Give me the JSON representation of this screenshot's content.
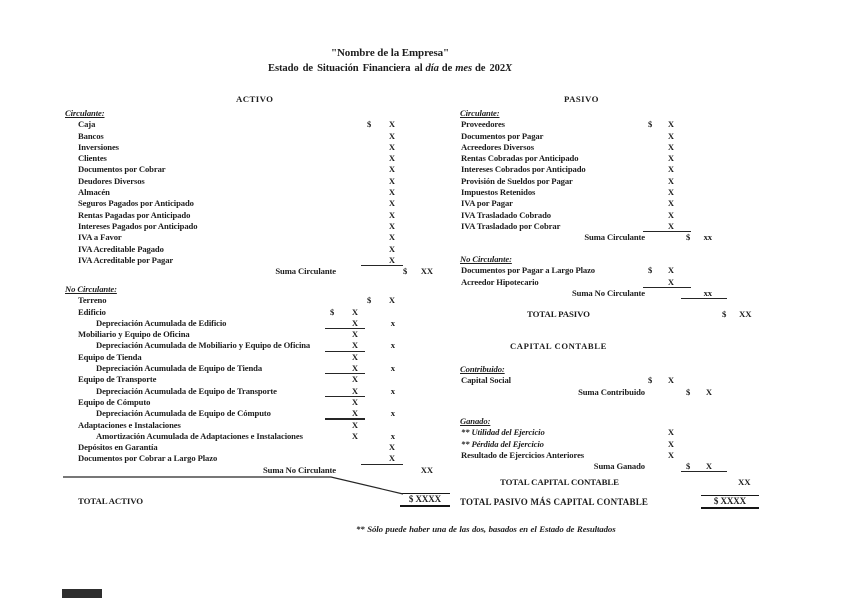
{
  "page": {
    "company_title": "\"Nombre de la Empresa\"",
    "statement_title": {
      "prefix": "Estado de Situación Financiera al",
      "day_word": "día",
      "de1": "de",
      "month_word": "mes",
      "de2": "de",
      "year_prefix": "202",
      "year_x": "X"
    },
    "footnote": "**  Sólo puede haber una de las dos, basados en el Estado de Resultados"
  },
  "activo": {
    "header": "ACTIVO",
    "circulante": [
      {
        "t": "section",
        "label": "Circulante:"
      },
      {
        "t": "item",
        "label": "Caja",
        "d2": "$",
        "v2": "X"
      },
      {
        "t": "item",
        "label": "Bancos",
        "v2": "X"
      },
      {
        "t": "item",
        "label": "Inversiones",
        "v2": "X"
      },
      {
        "t": "item",
        "label": "Clientes",
        "v2": "X"
      },
      {
        "t": "item",
        "label": "Documentos por Cobrar",
        "v2": "X"
      },
      {
        "t": "item",
        "label": "Deudores Diversos",
        "v2": "X"
      },
      {
        "t": "item",
        "label": "Almacén",
        "v2": "X"
      },
      {
        "t": "item",
        "label": "Seguros Pagados por Anticipado",
        "v2": "X"
      },
      {
        "t": "item",
        "label": "Rentas Pagadas por Anticipado",
        "v2": "X"
      },
      {
        "t": "item",
        "label": "Intereses Pagados por Anticipado",
        "v2": "X"
      },
      {
        "t": "item",
        "label": "IVA a Favor",
        "v2": "X"
      },
      {
        "t": "item",
        "label": "IVA Acreditable Pagado",
        "v2": "X"
      },
      {
        "t": "item",
        "label": "IVA Acreditable por Pagar",
        "v2": "X",
        "u2": true
      },
      {
        "t": "sum",
        "label": "Suma Circulante",
        "d3": "$",
        "v3": "XX"
      }
    ],
    "no_circulante": [
      {
        "t": "section",
        "label": "No Circulante:"
      },
      {
        "t": "item",
        "label": "Terreno",
        "d2": "$",
        "v2": "X"
      },
      {
        "t": "item",
        "label": "Edificio",
        "d1": "$",
        "v1": "X"
      },
      {
        "t": "sub",
        "label": "Depreciación Acumulada de Edificio",
        "v1": "X",
        "u1": true,
        "v2": "x"
      },
      {
        "t": "item",
        "label": "Mobiliario y Equipo de Oficina",
        "v1": "X"
      },
      {
        "t": "sub",
        "label": "Depreciación Acumulada de Mobiliario y Equipo de Oficina",
        "v1": "X",
        "u1": true,
        "v2": "x"
      },
      {
        "t": "item",
        "label": "Equipo de Tienda",
        "v1": "X"
      },
      {
        "t": "sub",
        "label": "Depreciación Acumulada de Equipo de Tienda",
        "v1": "X",
        "u1": true,
        "v2": "x"
      },
      {
        "t": "item",
        "label": "Equipo de Transporte",
        "v1": "X"
      },
      {
        "t": "sub",
        "label": "Depreciación Acumulada de Equipo de Transporte",
        "v1": "X",
        "u1": true,
        "v2": "x"
      },
      {
        "t": "item",
        "label": "Equipo de Cómputo",
        "v1": "X"
      },
      {
        "t": "sub",
        "label": "Depreciación Acumulada de Equipo de Cómputo",
        "v1": "X",
        "u1": true,
        "v2": "x"
      },
      {
        "t": "item",
        "label": "Adaptaciones e Instalaciones",
        "v1": "X"
      },
      {
        "t": "sub",
        "label": "Amortización Acumulada de Adaptaciones e Instalaciones",
        "v1": "X",
        "v2": "x"
      },
      {
        "t": "item",
        "label": "Depósitos en Garantía",
        "v2": "X"
      },
      {
        "t": "item",
        "label": "Documentos por Cobrar a Largo Plazo",
        "v2": "X",
        "u2": true
      },
      {
        "t": "sum",
        "label": "Suma No Circulante",
        "v3": "XX"
      }
    ],
    "total": {
      "label": "TOTAL ACTIVO",
      "amount": "$ XXXX"
    }
  },
  "pasivo": {
    "header": "PASIVO",
    "circulante": [
      {
        "t": "section",
        "label": "Circulante:"
      },
      {
        "t": "item",
        "label": "Proveedores",
        "d1": "$",
        "v1": "X"
      },
      {
        "t": "item",
        "label": "Documentos por Pagar",
        "v1": "X"
      },
      {
        "t": "item",
        "label": "Acreedores Diversos",
        "v1": "X"
      },
      {
        "t": "item",
        "label": "Rentas Cobradas por Anticipado",
        "v1": "X"
      },
      {
        "t": "item",
        "label": "Intereses Cobrados por Anticipado",
        "v1": "X"
      },
      {
        "t": "item",
        "label": "Provisión de Sueldos por Pagar",
        "v1": "X"
      },
      {
        "t": "item",
        "label": "Impuestos Retenidos",
        "v1": "X"
      },
      {
        "t": "item",
        "label": "IVA por Pagar",
        "v1": "X"
      },
      {
        "t": "item",
        "label": "IVA Trasladado Cobrado",
        "v1": "X"
      },
      {
        "t": "item",
        "label": "IVA Trasladado por Cobrar",
        "v1": "X",
        "u1": true
      },
      {
        "t": "sum",
        "label": "Suma Circulante",
        "d2": "$",
        "v2": "xx"
      }
    ],
    "no_circulante": [
      {
        "t": "section",
        "label": "No Circulante:"
      },
      {
        "t": "item",
        "label": "Documentos por Pagar a Largo Plazo",
        "d1": "$",
        "v1": "X"
      },
      {
        "t": "item",
        "label": "Acreedor Hipotecario",
        "v1": "X",
        "u1": true
      },
      {
        "t": "sum",
        "label": "Suma No Circulante",
        "v2": "xx",
        "u2": true
      }
    ],
    "total": {
      "label": "TOTAL PASIVO",
      "dollar": "$",
      "amount": "XX"
    }
  },
  "capital": {
    "header": "CAPITAL CONTABLE",
    "contribuido": [
      {
        "t": "section",
        "label": "Contribuido:"
      },
      {
        "t": "item",
        "label": "Capital Social",
        "d1": "$",
        "v1": "X"
      },
      {
        "t": "sum",
        "label": "Suma Contribuido",
        "d2": "$",
        "v2": "X"
      }
    ],
    "ganado": [
      {
        "t": "section",
        "label": "Ganado:"
      },
      {
        "t": "item",
        "label": "** Utilidad del Ejercicio",
        "it": true,
        "v1": "X"
      },
      {
        "t": "item",
        "label": "** Pérdida del Ejercicio",
        "it": true,
        "v1": "X"
      },
      {
        "t": "item",
        "label": "Resultado de Ejercicios Anteriores",
        "v1": "X"
      },
      {
        "t": "sum",
        "label": "Suma Ganado",
        "d2": "$",
        "v2": "X",
        "u2": true
      }
    ],
    "total": {
      "label": "TOTAL CAPITAL CONTABLE",
      "amount": "XX"
    },
    "grand_total": {
      "label": "TOTAL PASIVO MÁS CAPITAL CONTABLE",
      "amount": "$ XXXX"
    }
  }
}
